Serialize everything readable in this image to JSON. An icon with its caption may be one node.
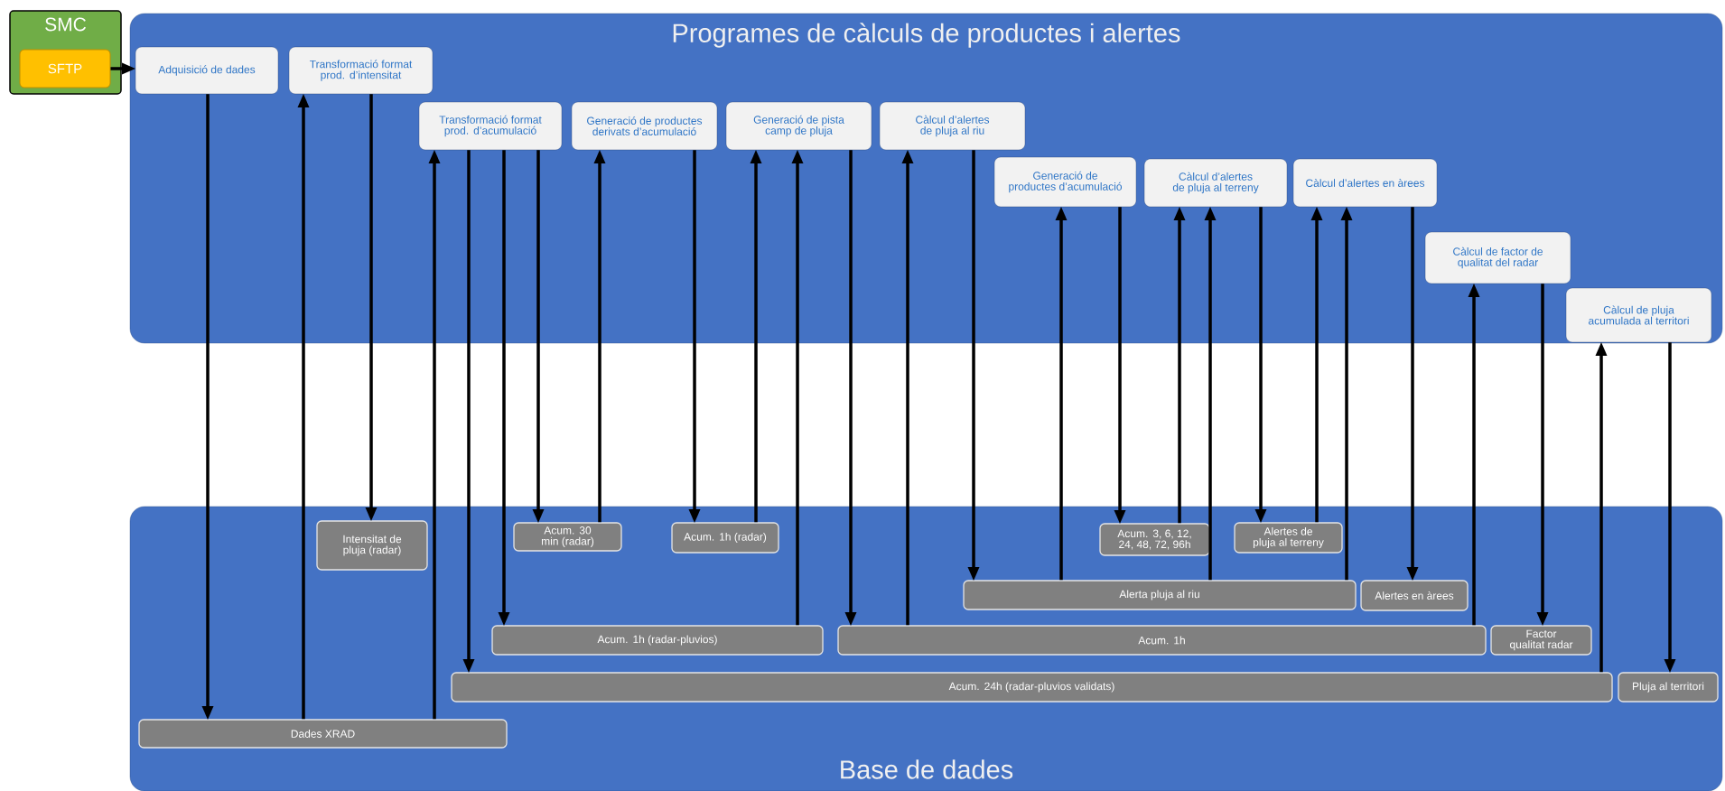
{
  "diagram": {
    "nodes": [
      {
        "text": [
          "SMC"
        ]
      },
      {
        "text": [
          "SFTP"
        ],
        "in": 0
      },
      {
        "text": [
          "Programes de càlculs de productes i alertes"
        ]
      },
      {
        "text": [
          "Base de dades"
        ]
      },
      {
        "text": [
          "Adquisició de dades"
        ],
        "in": 2
      },
      {
        "text": [
          "Transformació format prod. d’intensitat"
        ],
        "in": 2
      },
      {
        "text": [
          "Transformació format prod. d’acumulació"
        ],
        "in": 2
      },
      {
        "text": [
          "Generació de productes derivats d’acumulació"
        ],
        "in": 2
      },
      {
        "text": [
          "Generació de pista camp de pluja"
        ],
        "in": 2
      },
      {
        "text": [
          "Càlcul d’alertes de pluja al riu"
        ],
        "in": 2
      },
      {
        "text": [
          "Generació de productes d’acumulació"
        ],
        "in": 2
      },
      {
        "text": [
          "Càlcul d’alertes de pluja al terreny"
        ],
        "in": 2
      },
      {
        "text": [
          "Càlcul d’alertes en àrees"
        ],
        "in": 2
      },
      {
        "text": [
          "Càlcul de factor de qualitat del radar"
        ],
        "in": 2
      },
      {
        "text": [
          "Càlcul de pluja acumulada al territori"
        ],
        "in": 2
      },
      {
        "text": [
          "Intensitat de pluja (radar)"
        ],
        "in": 3
      },
      {
        "text": [
          "Acum. 30 min (radar)"
        ],
        "in": 3
      },
      {
        "text": [
          "Acum. 1h (radar)"
        ],
        "in": 3
      },
      {
        "text": [
          "Acum. 3, 6, 12, 24, 48, 72, 96h"
        ],
        "in": 3
      },
      {
        "text": [
          "Alertes de pluja al terreny"
        ],
        "in": 3
      },
      {
        "text": [
          "Alerta pluja al riu"
        ],
        "in": 3
      },
      {
        "text": [
          "Alertes en àrees"
        ],
        "in": 3
      },
      {
        "text": [
          "Acum. 1h (radar-pluvios)"
        ],
        "in": 3
      },
      {
        "text": [
          "Acum. 1h"
        ],
        "in": 3
      },
      {
        "text": [
          "Factor qualitat radar"
        ],
        "in": 3
      },
      {
        "text": [
          "Acum. 24h (radar-pluvios validats)"
        ],
        "in": 3
      },
      {
        "text": [
          "Pluja al territori"
        ],
        "in": 3
      },
      {
        "text": [
          "Dades XRAD"
        ],
        "in": 3
      }
    ],
    "edges": [
      {
        "from": 1,
        "to": 4,
        "arrow": "to"
      },
      {
        "from": 4,
        "to": 27,
        "arrow": "to"
      },
      {
        "from": 27,
        "to": 5,
        "arrow": "to"
      },
      {
        "from": 5,
        "to": 15,
        "arrow": "to"
      },
      {
        "from": 27,
        "to": 6,
        "arrow": "to"
      },
      {
        "from": 6,
        "to": 25,
        "arrow": "to"
      },
      {
        "from": 6,
        "to": 22,
        "arrow": "to"
      },
      {
        "from": 6,
        "to": 16,
        "arrow": "to"
      },
      {
        "from": 16,
        "to": 7,
        "arrow": "to"
      },
      {
        "from": 7,
        "to": 17,
        "arrow": "to"
      },
      {
        "from": 17,
        "to": 8,
        "arrow": "to"
      },
      {
        "from": 22,
        "to": 8,
        "arrow": "to"
      },
      {
        "from": 8,
        "to": 23,
        "arrow": "to"
      },
      {
        "from": 23,
        "to": 9,
        "arrow": "to"
      },
      {
        "from": 9,
        "to": 20,
        "arrow": "to"
      },
      {
        "from": 20,
        "to": 10,
        "arrow": "to"
      },
      {
        "from": 10,
        "to": 18,
        "arrow": "to"
      },
      {
        "from": 18,
        "to": 11,
        "arrow": "to"
      },
      {
        "from": 20,
        "to": 11,
        "arrow": "to"
      },
      {
        "from": 11,
        "to": 19,
        "arrow": "to"
      },
      {
        "from": 19,
        "to": 12,
        "arrow": "to"
      },
      {
        "from": 20,
        "to": 12,
        "arrow": "to"
      },
      {
        "from": 12,
        "to": 21,
        "arrow": "to"
      },
      {
        "from": 23,
        "to": 13,
        "arrow": "to"
      },
      {
        "from": 13,
        "to": 24,
        "arrow": "to"
      },
      {
        "from": 25,
        "to": 14,
        "arrow": "to"
      },
      {
        "from": 14,
        "to": 26,
        "arrow": "to"
      }
    ]
  }
}
